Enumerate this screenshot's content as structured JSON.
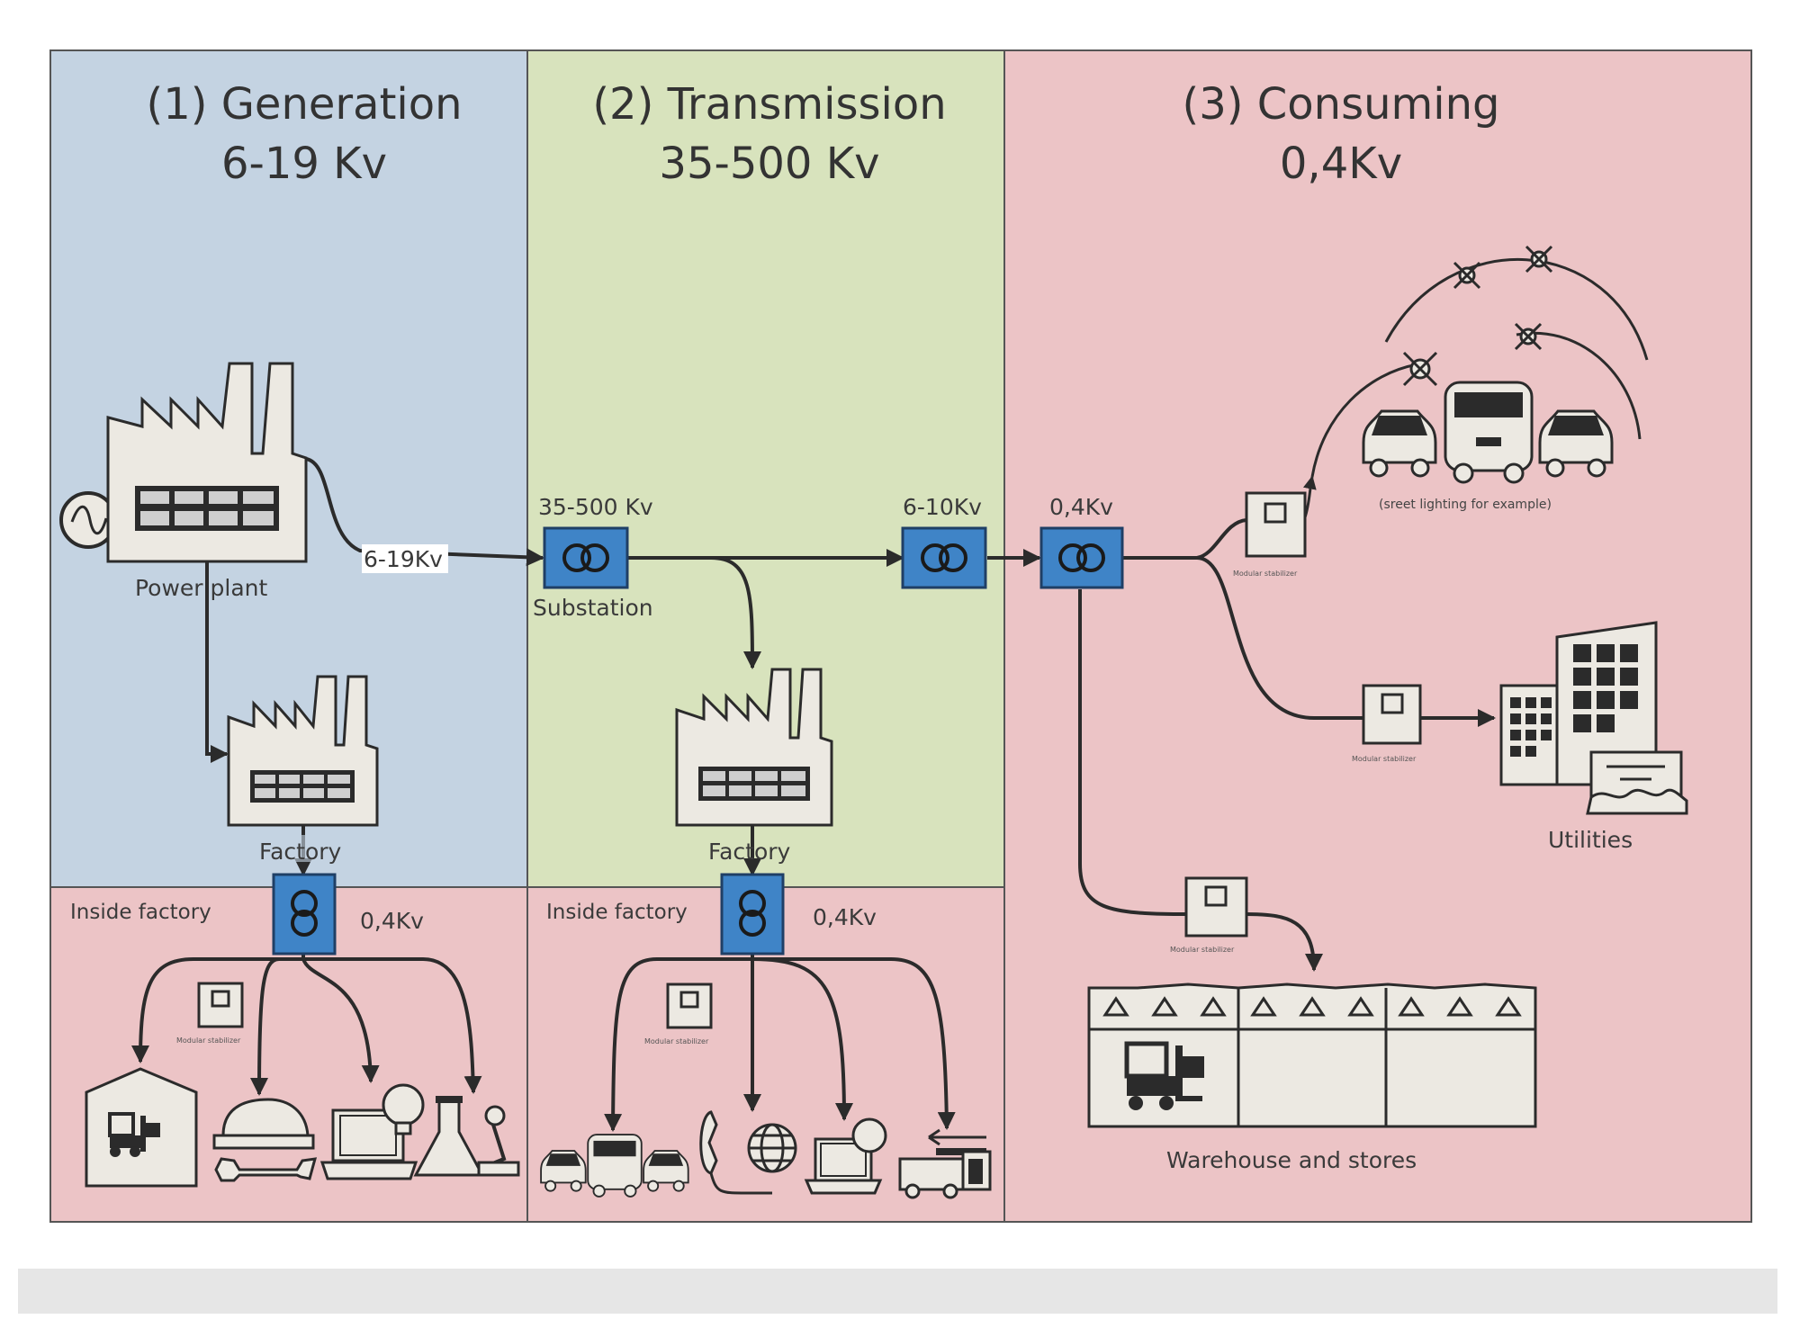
{
  "colors": {
    "generation_bg": "#c4d3e2",
    "transmission_bg": "#d8e3bd",
    "consuming_bg": "#ecc4c6",
    "inside_factory_bg": "#ecc4c6",
    "transformer": "#3f84c7"
  },
  "panels": {
    "generation": {
      "title": "(1) Generation",
      "voltage": "6-19 Kv"
    },
    "transmission": {
      "title": "(2) Transmission",
      "voltage": "35-500 Kv"
    },
    "consuming": {
      "title": "(3) Consuming",
      "voltage": "0,4Kv"
    }
  },
  "labels": {
    "power_plant": "Power plant",
    "gen_output_voltage": "6-19Kv",
    "substation_voltage": "35-500 Kv",
    "substation": "Substation",
    "step_down_voltage": "6-10Kv",
    "consumer_voltage": "0,4Kv",
    "factory_1": "Factory",
    "factory_2": "Factory",
    "inside_factory_1": "Inside factory",
    "inside_factory_2": "Inside factory",
    "factory_1_voltage": "0,4Kv",
    "factory_2_voltage": "0,4Kv",
    "street_lighting": "(sreet lighting for example)",
    "utilities": "Utilities",
    "warehouse": "Warehouse and stores",
    "stabilizer": "Modular stabilizer"
  },
  "icons": [
    "ac-generator-icon",
    "power-plant-icon",
    "factory-icon",
    "transformer-icon",
    "stabilizer-icon",
    "car-icon",
    "bus-icon",
    "street-lamp-icon",
    "office-building-icon",
    "warehouse-icon",
    "forklift-icon",
    "tools-icon",
    "laptop-icon",
    "lab-icon",
    "phone-icon",
    "globe-icon",
    "truck-icon"
  ]
}
